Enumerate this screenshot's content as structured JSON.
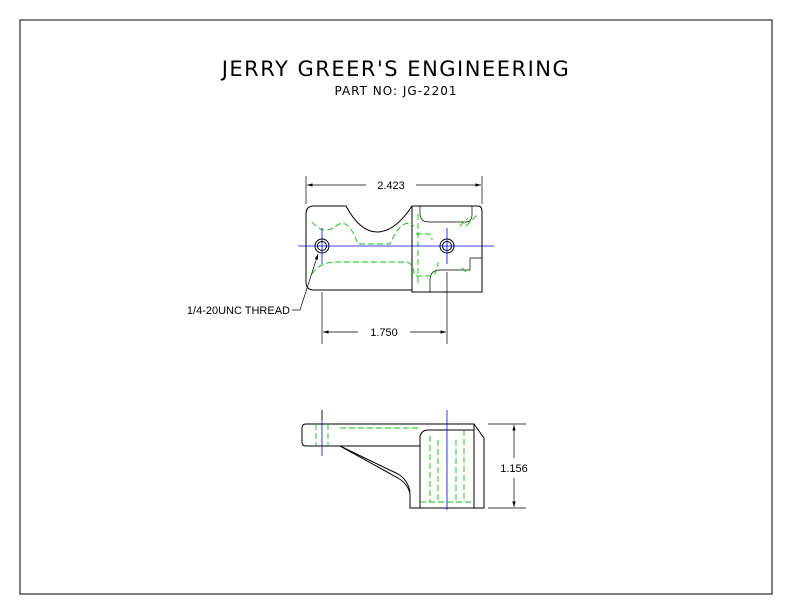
{
  "drawing": {
    "title": "JERRY GREER'S ENGINEERING",
    "part_number": "PART NO: JG-2201",
    "dimensions": {
      "overall_width": "2.423",
      "hole_spacing": "1.750",
      "height": "1.156"
    },
    "callouts": {
      "thread": "1/4-20UNC THREAD"
    }
  },
  "colors": {
    "object_line": "#000000",
    "hidden_line": "#00c800",
    "center_line": "#0000ff"
  }
}
